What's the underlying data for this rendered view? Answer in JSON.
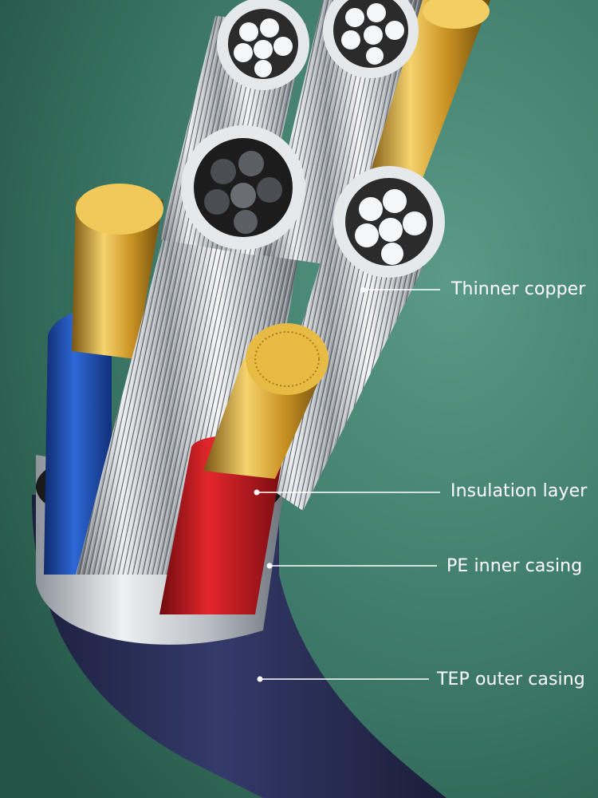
{
  "callouts": [
    {
      "id": "thinner-copper",
      "label": "Thinner copper"
    },
    {
      "id": "insulation-layer",
      "label": "Insulation layer"
    },
    {
      "id": "pe-inner-casing",
      "label": "PE inner casing"
    },
    {
      "id": "tep-outer-casing",
      "label": "TEP outer casing"
    }
  ],
  "colors": {
    "background": "#2f6b5c",
    "outer_casing": "#2a2f55",
    "inner_casing_ring": "#c9cdd2",
    "insulation_red": "#c4161c",
    "insulation_blue": "#1f4fb3",
    "gold_conductor": "#d9a83a",
    "silver_strands": "#c8ccd0",
    "callout_text": "#ffffff"
  }
}
